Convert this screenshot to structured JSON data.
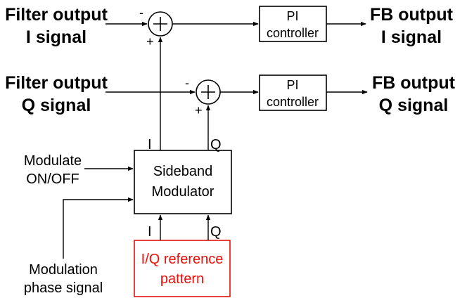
{
  "colors": {
    "ink": "#000000",
    "reference_block": "#e8100c"
  },
  "inputs": {
    "filter_i": [
      "Filter output",
      "I signal"
    ],
    "filter_q": [
      "Filter output",
      "Q signal"
    ],
    "modulate": [
      "Modulate",
      "ON/OFF"
    ],
    "phase": [
      "Modulation",
      "phase signal"
    ]
  },
  "outputs": {
    "fb_i": [
      "FB output",
      "I signal"
    ],
    "fb_q": [
      "FB output",
      "Q signal"
    ]
  },
  "blocks": {
    "pi_i": [
      "PI",
      "controller"
    ],
    "pi_q": [
      "PI",
      "controller"
    ],
    "modulator": [
      "Sideband",
      "Modulator"
    ],
    "reference": [
      "I/Q reference",
      "pattern"
    ]
  },
  "summing": {
    "minus": "-",
    "plus": "+"
  },
  "ports": {
    "mod_out_i": "I",
    "mod_out_q": "Q",
    "ref_out_i": "I",
    "ref_out_q": "Q"
  }
}
